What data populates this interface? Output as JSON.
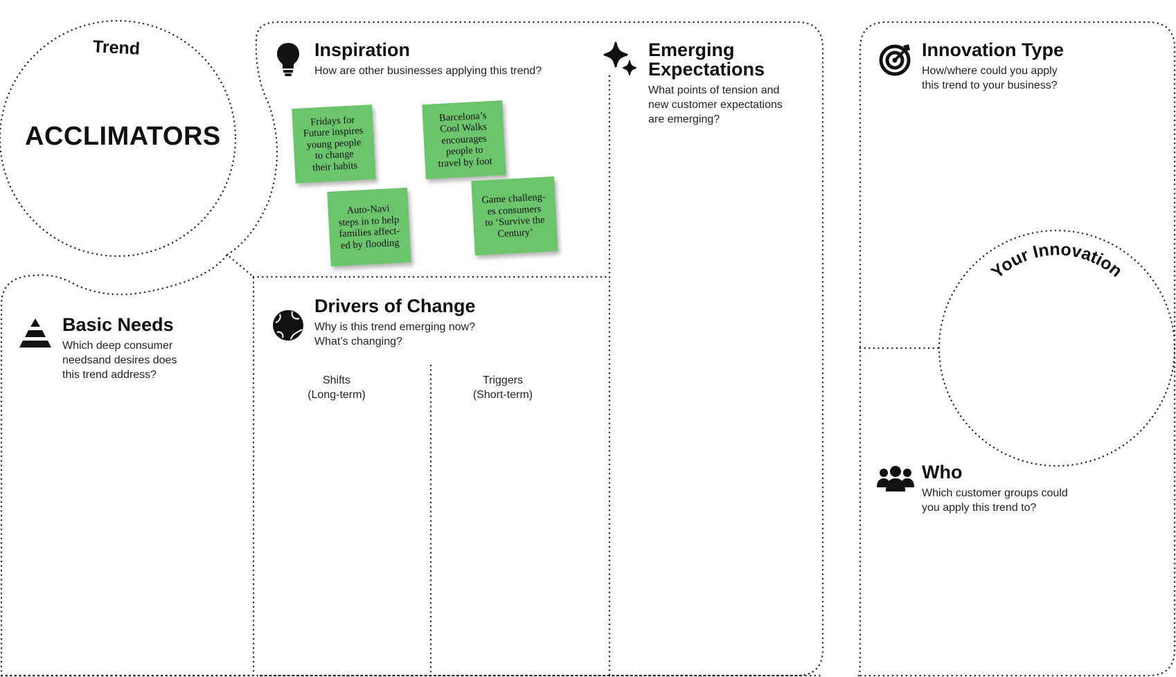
{
  "trend": {
    "label": "Trend",
    "name": "ACCLIMATORS"
  },
  "sections": {
    "inspiration": {
      "title": "Inspiration",
      "question": "How are other businesses applying this trend?",
      "icon": "lightbulb-icon"
    },
    "emerging": {
      "title": "Emerging\nExpectations",
      "question": "What points of tension and\nnew customer expectations\nare emerging?",
      "icon": "sparkle-icon"
    },
    "innovation_type": {
      "title": "Innovation Type",
      "question": "How/where could you apply\nthis trend to your business?",
      "icon": "target-icon"
    },
    "basic_needs": {
      "title": "Basic Needs",
      "question": "Which deep consumer\nneedsand desires does\nthis trend address?",
      "icon": "pyramid-icon"
    },
    "drivers": {
      "title": "Drivers of Change",
      "question": "Why is this trend emerging now?\nWhat’s changing?",
      "icon": "globe-icon",
      "shifts": "Shifts\n(Long-term)",
      "triggers": "Triggers\n(Short-term)"
    },
    "who": {
      "title": "Who",
      "question": "Which customer groups could\nyou apply this trend to?",
      "icon": "people-icon"
    },
    "your_innovation": {
      "label": "Your Innovation"
    }
  },
  "sticky_notes": [
    {
      "text": "Fridays for\nFuture inspires\nyoung people\nto change\ntheir habits"
    },
    {
      "text": "Barcelona’s\nCool Walks\nencourages\npeople to\ntravel by foot"
    },
    {
      "text": "Auto-Navi\nsteps in to help\nfamilies affect-\ned by flooding"
    },
    {
      "text": "Game challeng-\nes consumers\nto ‘Survive the\nCentury’"
    }
  ],
  "colors": {
    "sticky_note": "#6cc56c",
    "text": "#111111",
    "dotted_line": "#222222"
  }
}
